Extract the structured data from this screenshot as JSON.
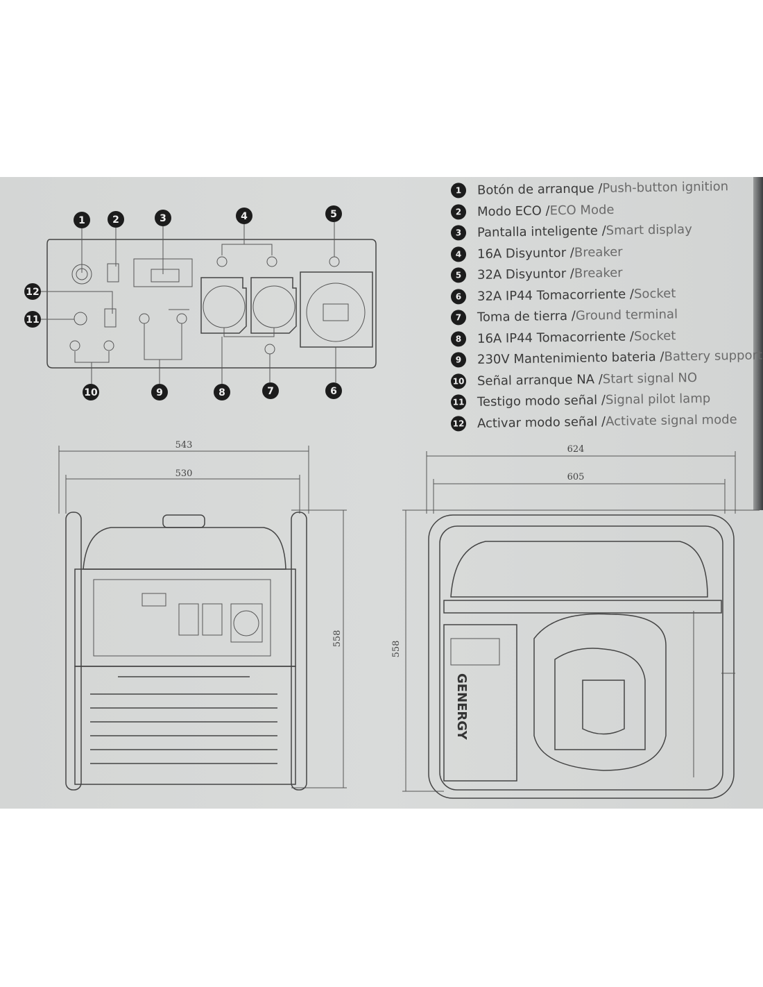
{
  "legend": [
    {
      "n": "1",
      "es": "Botón de arranque / ",
      "en": "Push-button ignition"
    },
    {
      "n": "2",
      "es": "Modo ECO / ",
      "en": "ECO Mode"
    },
    {
      "n": "3",
      "es": "Pantalla inteligente / ",
      "en": "Smart display"
    },
    {
      "n": "4",
      "es": "16A Disyuntor / ",
      "en": "Breaker"
    },
    {
      "n": "5",
      "es": "32A Disyuntor / ",
      "en": "Breaker"
    },
    {
      "n": "6",
      "es": "32A IP44 Tomacorriente / ",
      "en": "Socket"
    },
    {
      "n": "7",
      "es": "Toma de tierra / ",
      "en": "Ground terminal"
    },
    {
      "n": "8",
      "es": "16A IP44 Tomacorriente / ",
      "en": "Socket"
    },
    {
      "n": "9",
      "es": "230V Mantenimiento bateria / ",
      "en": "Battery support"
    },
    {
      "n": "10",
      "es": "Señal arranque NA / ",
      "en": "Start signal NO"
    },
    {
      "n": "11",
      "es": "Testigo modo señal / ",
      "en": "Signal pilot lamp"
    },
    {
      "n": "12",
      "es": "Activar modo señal / ",
      "en": "Activate signal mode"
    }
  ],
  "callouts": [
    "1",
    "2",
    "3",
    "4",
    "5",
    "6",
    "7",
    "8",
    "9",
    "10",
    "11",
    "12"
  ],
  "dimensions": {
    "front": {
      "outer_width": "543",
      "inner_width": "530",
      "height": "558"
    },
    "side": {
      "outer_width": "624",
      "inner_width": "605",
      "height": "558"
    }
  },
  "brand_label": "GENERGY"
}
